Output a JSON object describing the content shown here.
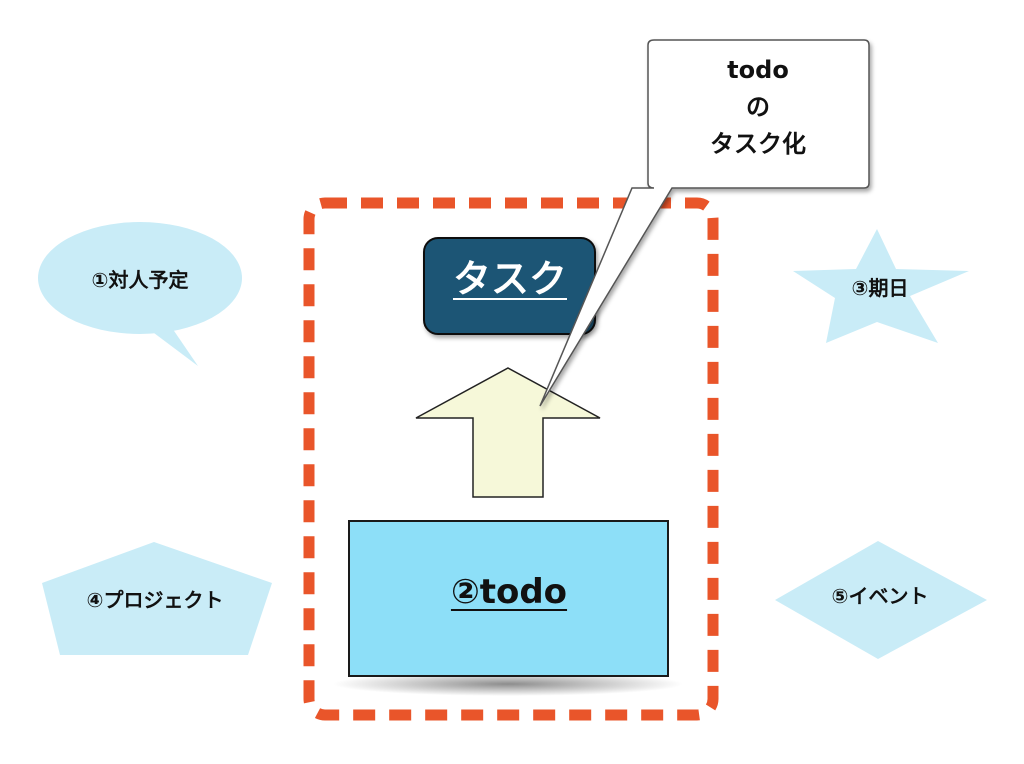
{
  "callout": {
    "line1": "todo",
    "line2": "の",
    "line3": "タスク化"
  },
  "center": {
    "task_label": "タスク",
    "todo_label": "②todo"
  },
  "items": {
    "meeting": "①対人予定",
    "deadline": "③期日",
    "project": "④プロジェクト",
    "event": "⑤イベント"
  },
  "colors": {
    "dashed_border": "#e9552a",
    "task_box": "#1f5474",
    "todo_box": "#8ddff8",
    "arrow": "#f6f8d9",
    "item_shapes": "#c9ecf7"
  }
}
